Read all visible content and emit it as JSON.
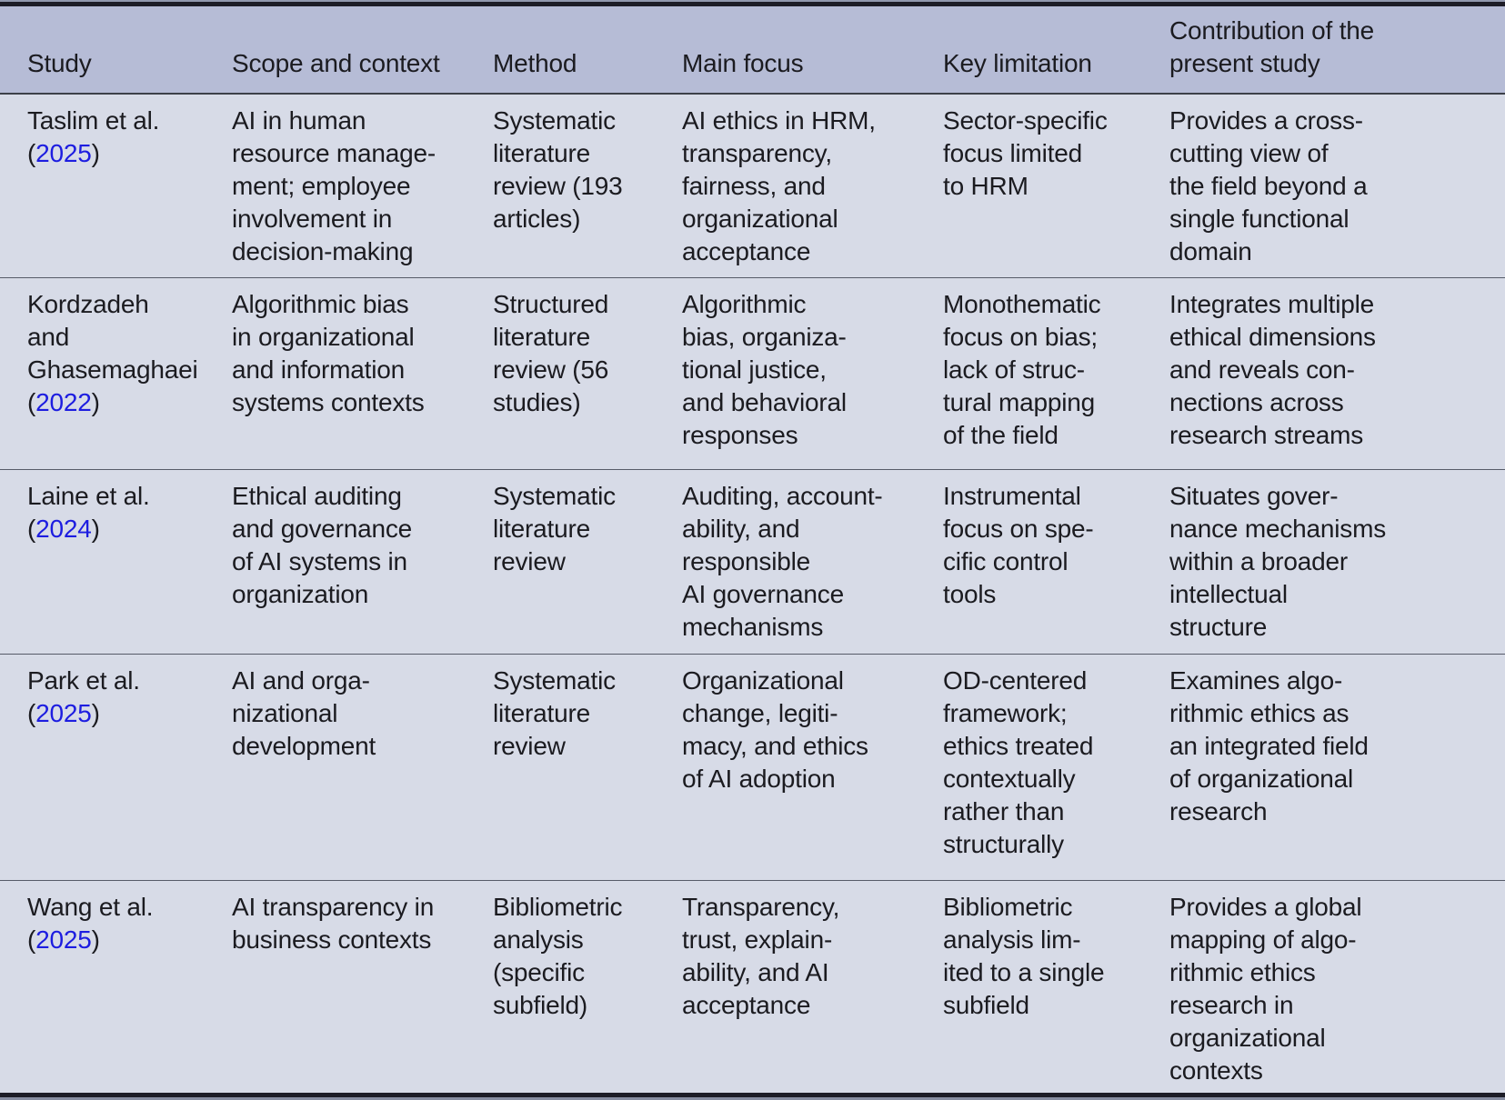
{
  "colors": {
    "link_blue": "#1d1de0",
    "header_background": "#b6bcd6",
    "body_background": "#d7dbe7",
    "rule_dark": "#1d1d27",
    "text": "#1b1b20"
  },
  "table": {
    "paren": {
      "open": "(",
      "close": ")"
    },
    "columns": [
      {
        "key": "study",
        "label": "Study"
      },
      {
        "key": "scope",
        "label": "Scope and context"
      },
      {
        "key": "method",
        "label": "Method"
      },
      {
        "key": "focus",
        "label": "Main focus"
      },
      {
        "key": "limitation",
        "label": "Key limitation"
      },
      {
        "key": "contribution",
        "label": "Contribution of the\npresent study"
      }
    ],
    "rows": [
      {
        "study": {
          "name": "Taslim et al.",
          "year": "2025"
        },
        "scope": "AI in human\nresource manage-\nment; employee\ninvolvement in\ndecision-making",
        "method": "Systematic\nliterature\nreview (193\narticles)",
        "focus": "AI ethics in HRM,\ntransparency,\nfairness, and\norganizational\nacceptance",
        "limitation": "Sector-specific\nfocus limited\nto HRM",
        "contribution": "Provides a cross-\ncutting view of\nthe field beyond a\nsingle functional\ndomain"
      },
      {
        "study": {
          "name": "Kordzadeh\nand\nGhasemaghaei",
          "year": "2022"
        },
        "scope": "Algorithmic bias\nin organizational\nand information\nsystems contexts",
        "method": "Structured\nliterature\nreview (56\nstudies)",
        "focus": "Algorithmic\nbias, organiza-\ntional justice,\nand behavioral\nresponses",
        "limitation": "Monothematic\nfocus on bias;\nlack of struc-\ntural mapping\nof the field",
        "contribution": "Integrates multiple\nethical dimensions\nand reveals con-\nnections across\nresearch streams"
      },
      {
        "study": {
          "name": "Laine et al.",
          "year": "2024"
        },
        "scope": "Ethical auditing\nand governance\nof AI systems in\norganization",
        "method": "Systematic\nliterature\nreview",
        "focus": "Auditing, account-\nability, and\nresponsible\nAI governance\nmechanisms",
        "limitation": "Instrumental\nfocus on spe-\ncific control\ntools",
        "contribution": "Situates gover-\nnance mechanisms\nwithin a broader\nintellectual\nstructure"
      },
      {
        "study": {
          "name": "Park et al.",
          "year": "2025"
        },
        "scope": "AI and orga-\nnizational\ndevelopment",
        "method": "Systematic\nliterature\nreview",
        "focus": "Organizational\nchange, legiti-\nmacy, and ethics\nof AI adoption",
        "limitation": "OD-centered\nframework;\nethics treated\ncontextually\nrather than\nstructurally",
        "contribution": "Examines algo-\nrithmic ethics as\nan integrated field\nof organizational\nresearch"
      },
      {
        "study": {
          "name": "Wang et al.",
          "year": "2025"
        },
        "scope": "AI transparency in\nbusiness contexts",
        "method": "Bibliometric\nanalysis\n(specific\nsubfield)",
        "focus": "Transparency,\ntrust, explain-\nability, and AI\nacceptance",
        "limitation": "Bibliometric\nanalysis lim-\nited to a single\nsubfield",
        "contribution": "Provides a global\nmapping of algo-\nrithmic ethics\nresearch in\norganizational\ncontexts"
      }
    ]
  }
}
